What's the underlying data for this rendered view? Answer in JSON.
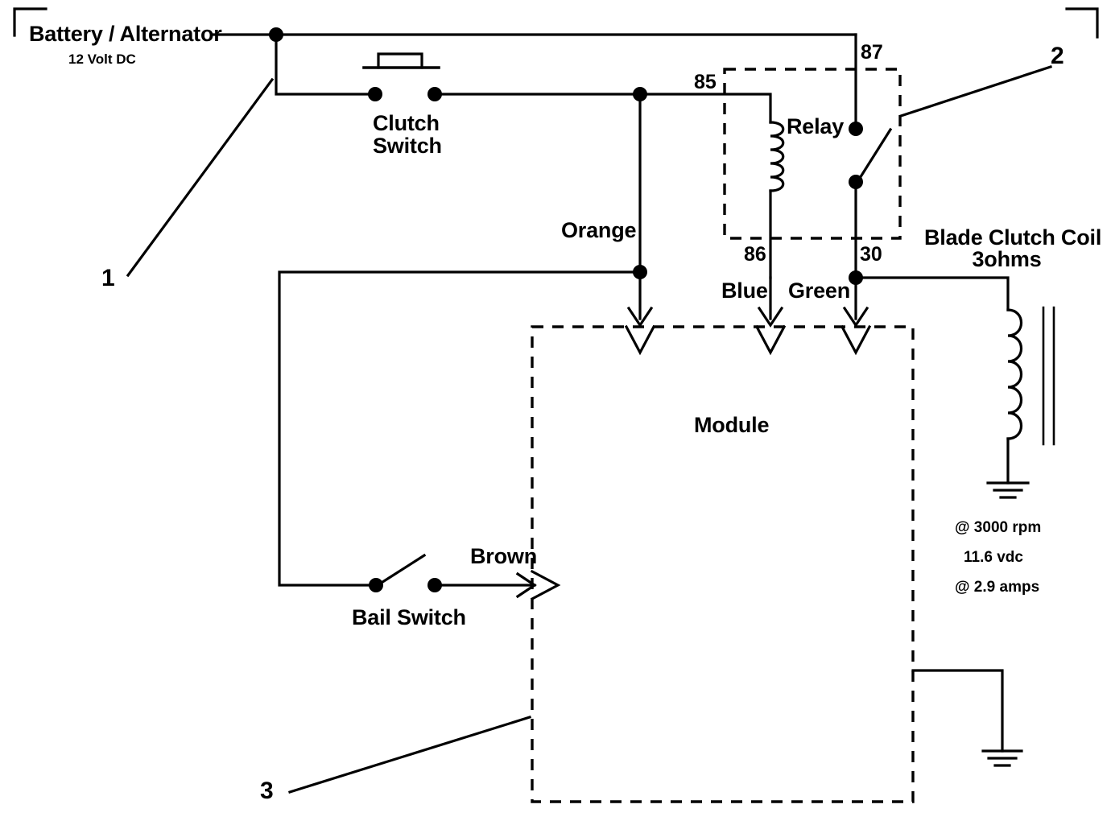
{
  "diagram": {
    "title": "Blade Clutch Electrical Wiring Diagram",
    "line_color": "#000000",
    "background_color": "#ffffff"
  },
  "labels": {
    "battery": "Battery / Alternator",
    "battery_spec": "12 Volt DC",
    "clutch_switch_line1": "Clutch",
    "clutch_switch_line2": "Switch",
    "orange_wire": "Orange",
    "blue_wire": "Blue",
    "green_wire": "Green",
    "brown_wire": "Brown",
    "relay": "Relay",
    "module": "Module",
    "bail_switch": "Bail Switch",
    "blade_clutch_coil_line1": "Blade Clutch Coil",
    "blade_clutch_coil_line2": "3ohms"
  },
  "relay_terminals": {
    "t85": "85",
    "t86": "86",
    "t87": "87",
    "t30": "30"
  },
  "callouts": {
    "one": "1",
    "two": "2",
    "three": "3"
  },
  "coil_specs": {
    "rpm": "@ 3000 rpm",
    "voltage": "11.6 vdc",
    "current": "@ 2.9 amps"
  }
}
